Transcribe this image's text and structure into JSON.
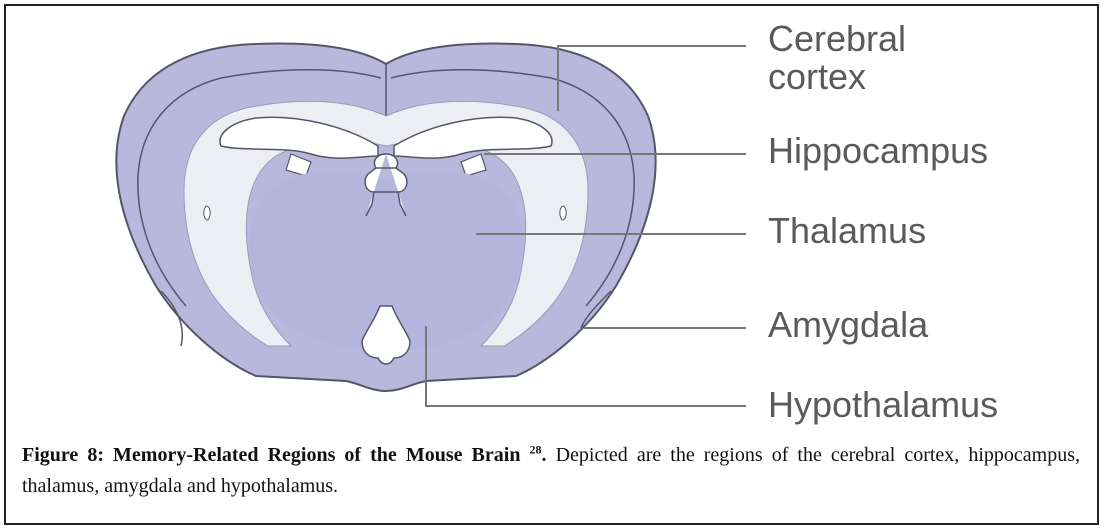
{
  "labels": {
    "cerebral_cortex": "Cerebral\ncortex",
    "hippocampus": "Hippocampus",
    "thalamus": "Thalamus",
    "amygdala": "Amygdala",
    "hypothalamus": "Hypothalamus"
  },
  "caption": {
    "bold_title": "Figure 8: Memory-Related Regions of the Mouse Brain",
    "reference": "28",
    "bold_end": ".",
    "body": " Depicted are the regions of the cerebral cortex, hippocampus, thalamus, amygdala and hypothalamus."
  },
  "colors": {
    "cortex_fill": "#b9b8dc",
    "white_matter": "#eceef4",
    "thalamus_fill": "#b5b4dc",
    "outline": "#55556a",
    "leader": "#777777"
  }
}
